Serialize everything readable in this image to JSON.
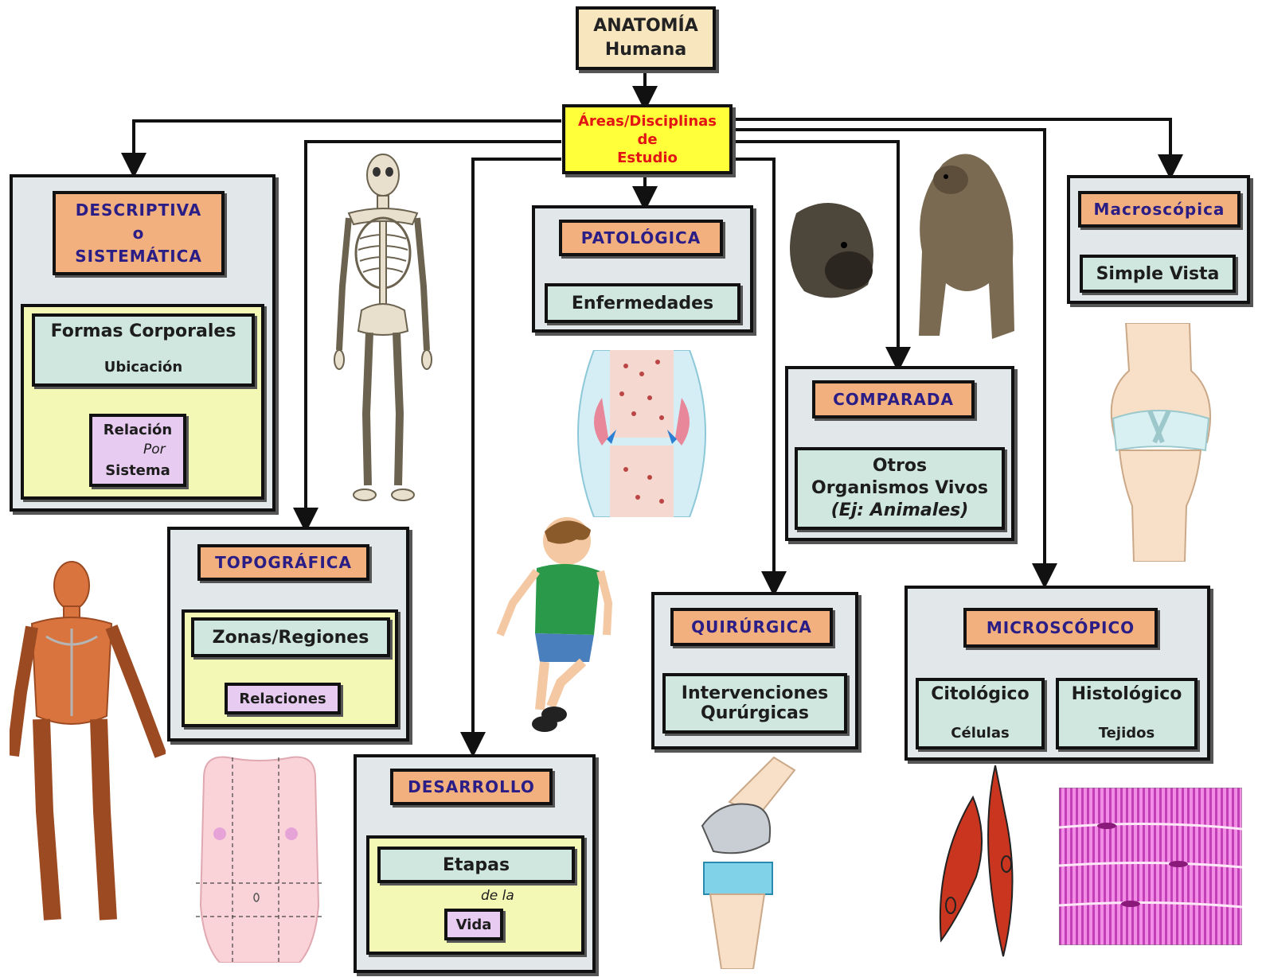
{
  "root": {
    "line1": "ANATOMÍA",
    "line2": "Humana"
  },
  "hub": {
    "line1": "Áreas/Disciplinas",
    "line2": "de",
    "line3": "Estudio"
  },
  "descriptiva": {
    "title1": "DESCRIPTIVA",
    "title2": "o",
    "title3": "SISTEMÁTICA",
    "formas": "Formas Corporales",
    "ubicacion": "Ubicación",
    "relacion": "Relación",
    "por": "Por",
    "sistema": "Sistema"
  },
  "topografica": {
    "title": "TOPOGRÁFICA",
    "zonas": "Zonas/Regiones",
    "relaciones": "Relaciones"
  },
  "desarrollo": {
    "title": "DESARROLLO",
    "etapas": "Etapas",
    "dela": "de la",
    "vida": "Vida"
  },
  "patologica": {
    "title": "PATOLÓGICA",
    "enfermedades": "Enfermedades"
  },
  "quirurgica": {
    "title": "QUIRÚRGICA",
    "line1": "Intervenciones",
    "line2": "Qurúrgicas"
  },
  "comparada": {
    "title": "COMPARADA",
    "line1": "Otros",
    "line2": "Organismos Vivos",
    "line3": "(Ej: Animales)"
  },
  "macroscopica": {
    "title": "Macroscópica",
    "simple": "Simple Vista"
  },
  "microscopico": {
    "title": "MICROSCÓPICO",
    "cito": "Citológico",
    "celulas": "Células",
    "histo": "Histológico",
    "tejidos": "Tejidos"
  },
  "colors": {
    "root_fill": "#f7e6be",
    "hub_fill": "#ffff3a",
    "hub_text": "#e21414",
    "panel_fill": "#e2e7ea",
    "title_fill": "#f1b07e",
    "title_text": "#2a1d86",
    "inner_fill": "#f3f8b4",
    "green_fill": "#cfe7df",
    "purple_fill": "#e7cbf0"
  },
  "illustrations": [
    "skeleton",
    "joint-arthritis",
    "gorilla-head",
    "gorilla-standing",
    "knee-anatomy",
    "muscular-body",
    "torso-regions",
    "running-child",
    "knee-prosthesis",
    "muscle-cells",
    "striated-tissue"
  ]
}
